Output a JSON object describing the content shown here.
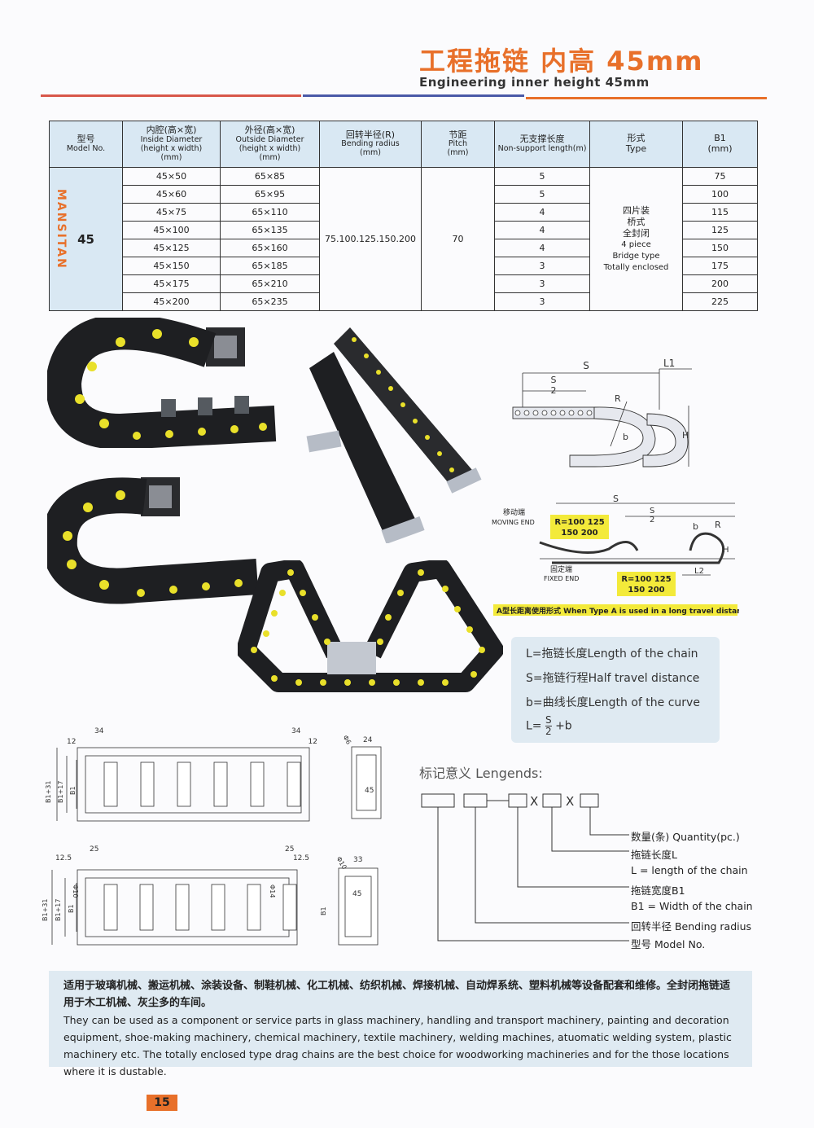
{
  "header": {
    "title_cn": "工程拖链  内高 45mm",
    "title_en": "Engineering inner height 45mm"
  },
  "table": {
    "headers": [
      {
        "cn": "型号",
        "en": "Model No."
      },
      {
        "cn": "内腔(高×宽)",
        "en": "Inside Diameter",
        "en2": "(height x width)",
        "en3": "(mm)"
      },
      {
        "cn": "外径(高×宽)",
        "en": "Outside Diameter",
        "en2": "(height x width)",
        "en3": "(mm)"
      },
      {
        "cn": "回转半径(R)",
        "en": "Bending radius",
        "en2": "(mm)"
      },
      {
        "cn": "节距",
        "en": "Pitch",
        "en2": "(mm)"
      },
      {
        "cn": "无支撑长度",
        "en": "Non-support length(m)"
      },
      {
        "cn": "形式",
        "en": "Type"
      },
      {
        "cn": "B1",
        "en": "(mm)"
      }
    ],
    "brand": "MANSITAN",
    "model": "45",
    "bending_radius": "75.100.125.150.200",
    "pitch": "70",
    "type_lines": [
      "四片装",
      "桥式",
      "全封闭",
      "4 piece",
      "Bridge type",
      "Totally enclosed"
    ],
    "rows": [
      {
        "inside": "45×50",
        "outside": "65×85",
        "nonsupport": "5",
        "b1": "75"
      },
      {
        "inside": "45×60",
        "outside": "65×95",
        "nonsupport": "5",
        "b1": "100"
      },
      {
        "inside": "45×75",
        "outside": "65×110",
        "nonsupport": "4",
        "b1": "115"
      },
      {
        "inside": "45×100",
        "outside": "65×135",
        "nonsupport": "4",
        "b1": "125"
      },
      {
        "inside": "45×125",
        "outside": "65×160",
        "nonsupport": "4",
        "b1": "150"
      },
      {
        "inside": "45×150",
        "outside": "65×185",
        "nonsupport": "3",
        "b1": "175"
      },
      {
        "inside": "45×175",
        "outside": "65×210",
        "nonsupport": "3",
        "b1": "200"
      },
      {
        "inside": "45×200",
        "outside": "65×235",
        "nonsupport": "3",
        "b1": "225"
      }
    ]
  },
  "diagram_top": {
    "s": "S",
    "s2": "S",
    "two": "2",
    "l1": "L1",
    "r": "R",
    "b": "b",
    "h": "H"
  },
  "diagram_mid": {
    "moving_cn": "移动端",
    "moving_en": "MOVING END",
    "fixed_cn": "固定端",
    "fixed_en": "FIXED END",
    "r1a": "R=100 125",
    "r1b": "150 200",
    "r2a": "R=100 125",
    "r2b": "150 200",
    "s": "S",
    "s2": "S",
    "two": "2",
    "b": "b",
    "r": "R",
    "h": "H",
    "l2": "L2",
    "note": "A型长距离使用形式 When Type A is used in a long travel distance"
  },
  "legend": {
    "l": "L=拖链长度Length of the chain",
    "s": "S=拖链行程Half travel distance",
    "b": "b=曲线长度Length of the curve",
    "formula_l": "L=",
    "formula_s": "S",
    "formula_2": "2",
    "formula_b": "+b"
  },
  "drawings": {
    "d12": "12",
    "d34": "34",
    "d34b": "34",
    "d12b": "12",
    "b31": "B1+31",
    "b17": "B1+17",
    "b1": "B1",
    "d24": "24",
    "d45": "45",
    "d6": "Φ6",
    "d125": "12.5",
    "d25": "25",
    "d25b": "25",
    "d125b": "12.5",
    "d10": "Φ10",
    "d14": "Φ14",
    "d33": "33",
    "d10b": "Φ10",
    "d45b": "45",
    "b31b": "B1+31",
    "b17b": "B1+17",
    "b1b": "B1",
    "b1c": "B1"
  },
  "codes": {
    "title": "标记意义 Lengends:",
    "x1": "X",
    "x2": "X",
    "qty": "数量(条) Quantity(pc.)",
    "len_cn": "拖链长度L",
    "len_en": "L = length of the chain",
    "width_cn": "拖链宽度B1",
    "width_en": "B1 = Width of the chain",
    "radius": "回转半径 Bending radius",
    "model": "型号 Model No."
  },
  "description": {
    "cn": "适用于玻璃机械、搬运机械、涂装设备、制鞋机械、化工机械、纺织机械、焊接机械、自动焊系统、塑料机械等设备配套和维修。全封闭拖链适用于木工机械、灰尘多的车间。",
    "en": "They can be used as a component or service parts in glass machinery, handling and transport machinery, painting and decoration equipment, shoe-making machinery, chemical machinery, textile machinery, welding machines, atuomatic welding system, plastic machinery etc. The totally enclosed type drag chains are the best choice for woodworking machineries and for the those locations where it is dustable."
  },
  "page_number": "15",
  "colors": {
    "accent": "#e8702a",
    "header_bg": "#d9e8f3",
    "chain": "#1e1f22",
    "dot": "#e9e02a"
  }
}
